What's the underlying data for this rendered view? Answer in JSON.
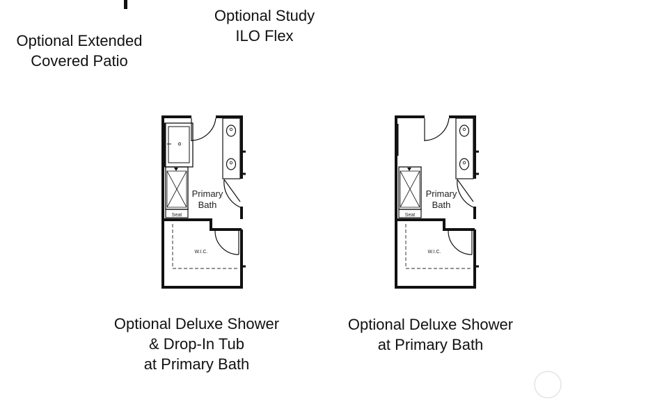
{
  "labels": {
    "study": [
      "Optional Study",
      "ILO Flex"
    ],
    "patio": [
      "Optional Extended",
      "Covered Patio"
    ],
    "tub_option": [
      "Optional Deluxe Shower",
      "& Drop-In Tub",
      "at Primary Bath"
    ],
    "shower_option": [
      "Optional Deluxe Shower",
      "at Primary Bath"
    ]
  },
  "plan_text": {
    "primary": "Primary",
    "bath": "Bath",
    "seat": "Seat",
    "wic": "W.I.C."
  },
  "colors": {
    "line": "#111111",
    "dash": "#555555"
  }
}
